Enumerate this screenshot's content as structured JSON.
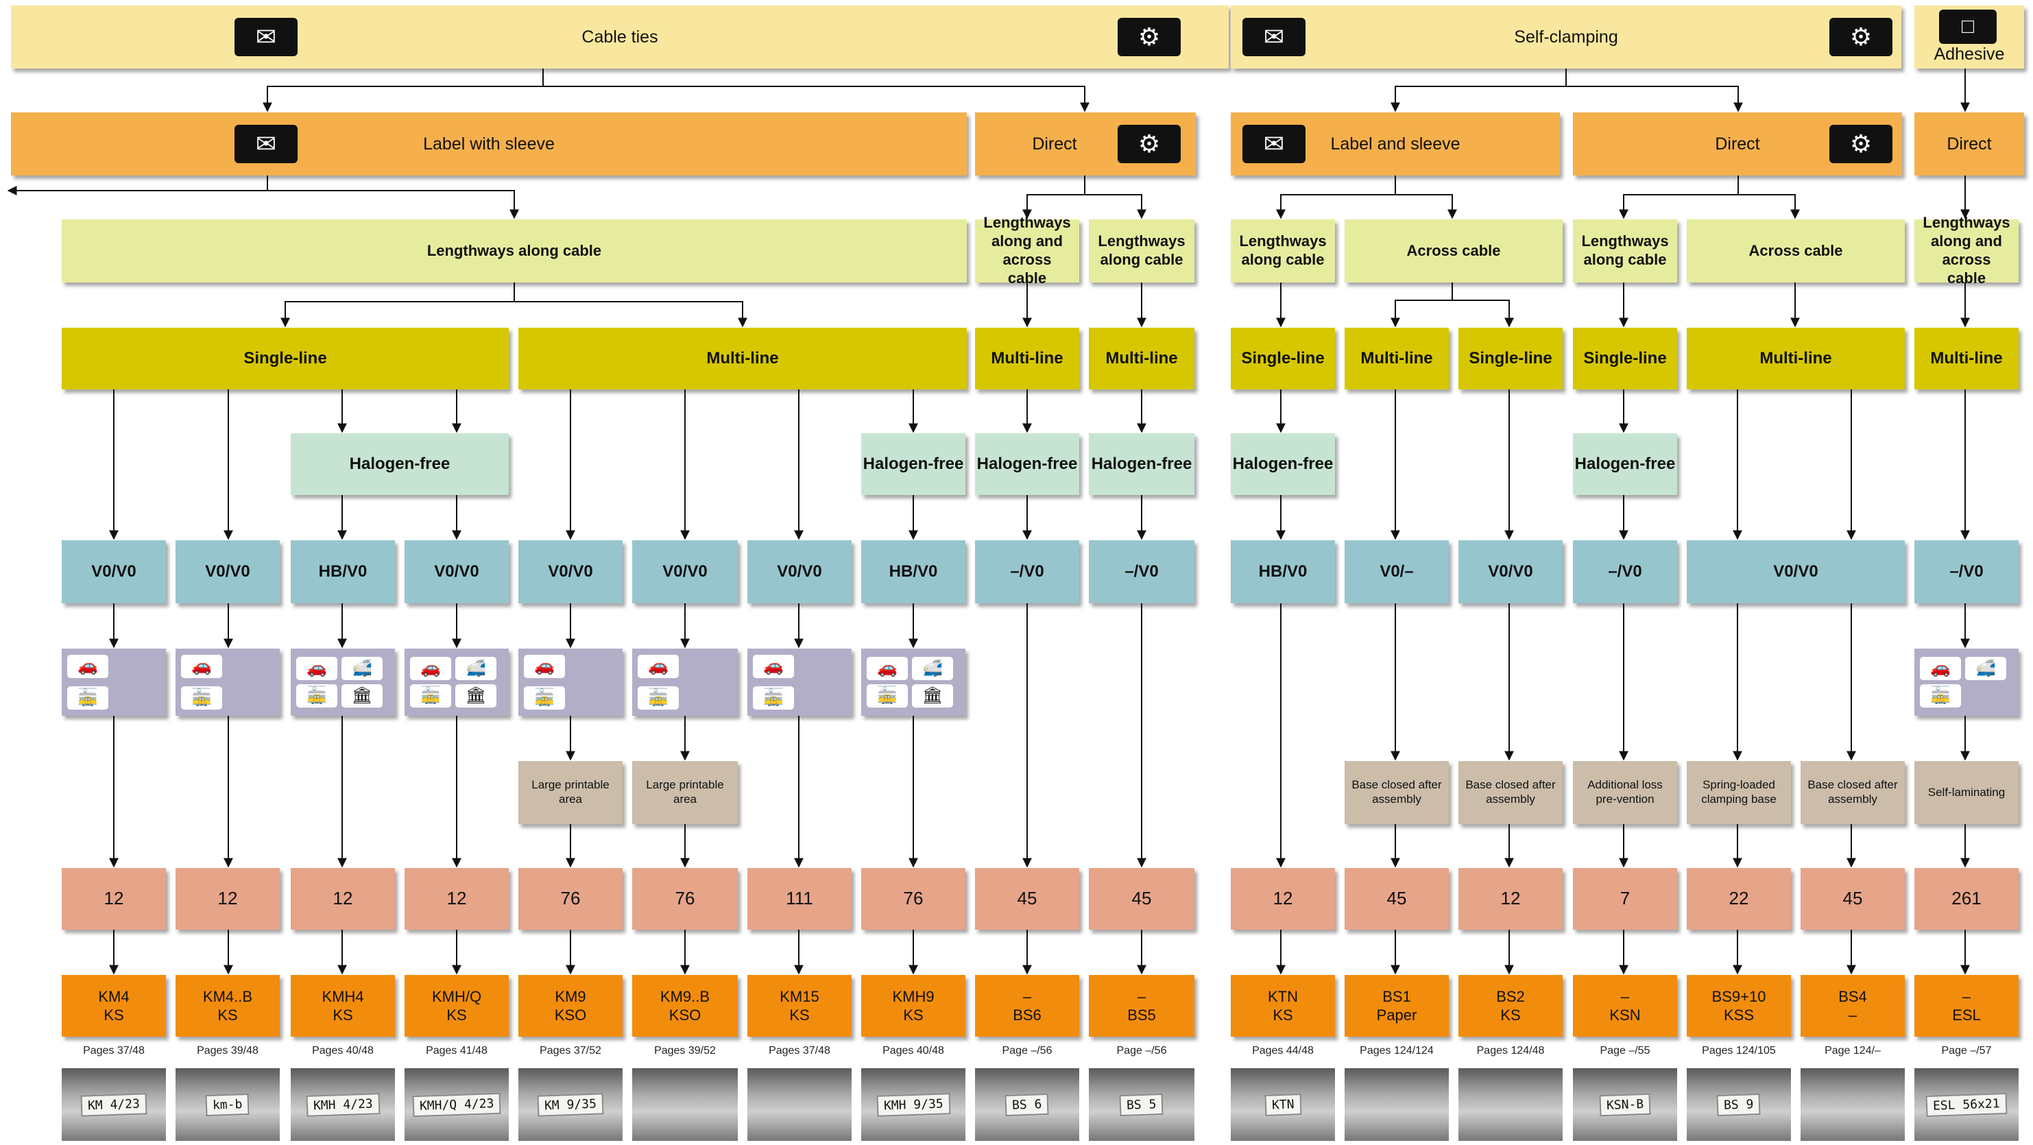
{
  "categories": {
    "cable_ties": "Cable ties",
    "self_clamping": "Self-clamping",
    "adhesive": "Adhesive"
  },
  "mounting": {
    "label_with_sleeve": "Label with sleeve",
    "direct": "Direct",
    "label_and_sleeve": "Label and sleeve",
    "direct_sc": "Direct",
    "direct_ad": "Direct"
  },
  "direction": {
    "lengthways_along_cable": "Lengthways along cable",
    "lengthways_along_and_across": "Lengthways along and across cable",
    "lengthways_along_cable_short": "Lengthways along cable",
    "across_cable": "Across cable"
  },
  "lines": {
    "single": "Single-line",
    "multi": "Multi-line"
  },
  "halogen_free": "Halogen-free",
  "flammability": [
    "V0/V0",
    "V0/V0",
    "HB/V0",
    "V0/V0",
    "V0/V0",
    "V0/V0",
    "V0/V0",
    "HB/V0",
    "–/V0",
    "–/V0",
    "HB/V0",
    "V0/–",
    "V0/V0",
    "–/V0",
    "V0/V0",
    "–/V0"
  ],
  "features": {
    "large_printable_area": "Large printable area",
    "base_closed_after_assembly": "Base closed after assembly",
    "additional_loss_prevention": "Additional loss pre-vention",
    "spring_loaded_clamping_base": "Spring-loaded clamping base",
    "self_laminating": "Self-laminating"
  },
  "pages": [
    "12",
    "12",
    "12",
    "12",
    "76",
    "76",
    "111",
    "76",
    "45",
    "45",
    "12",
    "45",
    "12",
    "7",
    "22",
    "45",
    "261"
  ],
  "products": [
    {
      "line1": "KM4",
      "line2": "KS",
      "ref": "Pages 37/48",
      "photo_text": "KM 4/23"
    },
    {
      "line1": "KM4..B",
      "line2": "KS",
      "ref": "Pages 39/48",
      "photo_text": "km-b"
    },
    {
      "line1": "KMH4",
      "line2": "KS",
      "ref": "Pages 40/48",
      "photo_text": "KMH 4/23"
    },
    {
      "line1": "KMH/Q",
      "line2": "KS",
      "ref": "Pages 41/48",
      "photo_text": "KMH/Q 4/23"
    },
    {
      "line1": "KM9",
      "line2": "KSO",
      "ref": "Pages 37/52",
      "photo_text": "KM 9/35"
    },
    {
      "line1": "KM9..B",
      "line2": "KSO",
      "ref": "Pages 39/52",
      "photo_text": ""
    },
    {
      "line1": "KM15",
      "line2": "KS",
      "ref": "Pages 37/48",
      "photo_text": ""
    },
    {
      "line1": "KMH9",
      "line2": "KS",
      "ref": "Pages 40/48",
      "photo_text": "KMH 9/35"
    },
    {
      "line1": "–",
      "line2": "BS6",
      "ref": "Page –/56",
      "photo_text": "BS 6"
    },
    {
      "line1": "–",
      "line2": "BS5",
      "ref": "Page –/56",
      "photo_text": "BS 5"
    },
    {
      "line1": "KTN",
      "line2": "KS",
      "ref": "Pages 44/48",
      "photo_text": "KTN"
    },
    {
      "line1": "BS1",
      "line2": "Paper",
      "ref": "Pages 124/124",
      "photo_text": ""
    },
    {
      "line1": "BS2",
      "line2": "KS",
      "ref": "Pages 124/48",
      "photo_text": ""
    },
    {
      "line1": "–",
      "line2": "KSN",
      "ref": "Page –/55",
      "photo_text": "KSN-B"
    },
    {
      "line1": "BS9+10",
      "line2": "KSS",
      "ref": "Pages 124/105",
      "photo_text": "BS 9"
    },
    {
      "line1": "BS4",
      "line2": "–",
      "ref": "Page 124/–",
      "photo_text": ""
    },
    {
      "line1": "–",
      "line2": "ESL",
      "ref": "Page –/57",
      "photo_text": "ESL 56x21"
    }
  ],
  "colors": {
    "category": "#f9e79f",
    "mounting": "#f5b04c",
    "direction": "#e6ec9e",
    "lines": "#d6c700",
    "halogen_free": "#c7e4d2",
    "flammability": "#97c5ce",
    "approvals": "#b2aec8",
    "features": "#cbbda9",
    "pages": "#e6a489",
    "products": "#f28c0c"
  },
  "icons": {
    "header": [
      "cable-tie-label-icon",
      "cable-tie-direct-icon",
      "self-clamping-label-icon",
      "self-clamping-direct-icon",
      "adhesive-icon"
    ],
    "approvals": [
      "car-icon",
      "train-icon",
      "tram-icon",
      "building-icon"
    ]
  }
}
